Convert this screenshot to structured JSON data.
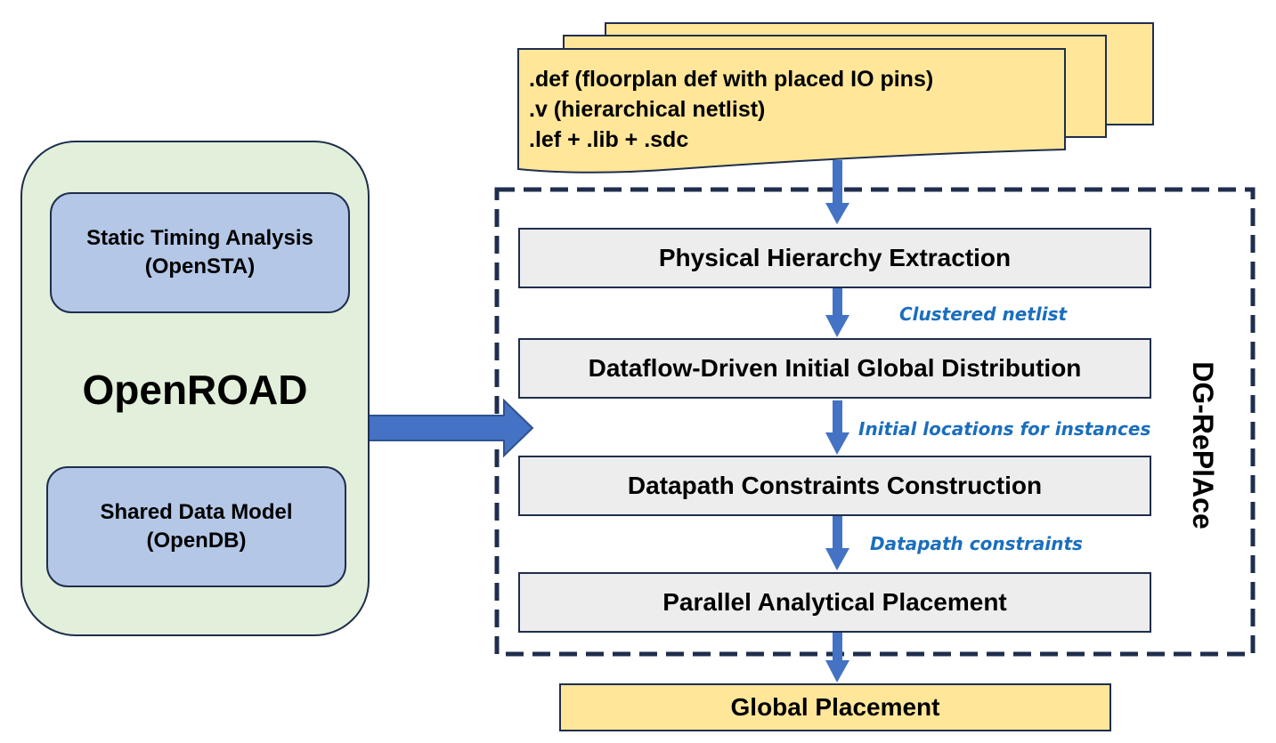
{
  "openroad": {
    "title": "OpenROAD",
    "sta": {
      "line1": "Static Timing Analysis",
      "line2": "(OpenSTA)"
    },
    "db": {
      "line1": "Shared Data Model",
      "line2": "(OpenDB)"
    }
  },
  "inputs": {
    "lines": [
      ".def (floorplan def with placed IO pins)",
      ".v (hierarchical netlist)",
      ".lef + .lib + .sdc"
    ]
  },
  "flow": {
    "group_label": "DG-RePlAce",
    "steps": [
      "Physical Hierarchy Extraction",
      "Dataflow-Driven Initial Global Distribution",
      "Datapath Constraints Construction",
      "Parallel Analytical Placement"
    ],
    "edge_labels": [
      "Clustered netlist",
      "Initial locations for instances",
      "Datapath constraints"
    ],
    "output": "Global Placement"
  },
  "colors": {
    "panel_fill": "#e2efda",
    "sub_box_fill": "#b4c7e7",
    "doc_fill": "#ffe699",
    "step_fill": "#ededed",
    "border": "#1f2e4d",
    "arrow": "#4472c4",
    "edge_label": "#1a6ebd"
  }
}
